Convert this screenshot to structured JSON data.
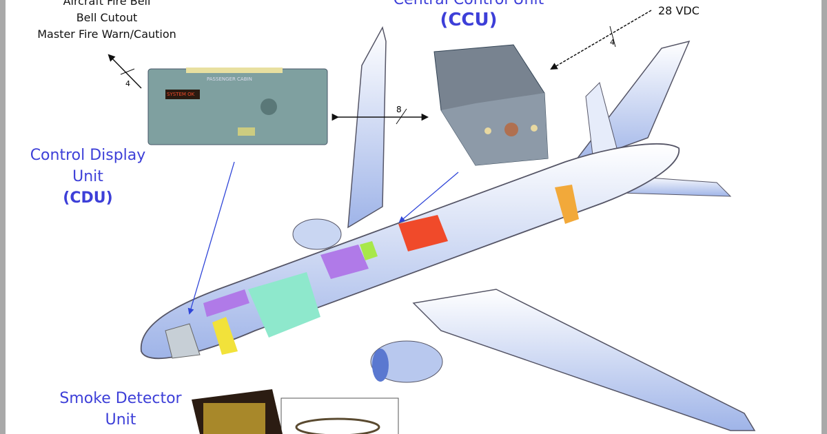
{
  "outputs": {
    "lines": [
      "Aircraft Fire Bell",
      "Bell Cutout",
      "Master Fire Warn/Caution"
    ],
    "wire_count": "4"
  },
  "ccu": {
    "title": "Central Control Unit",
    "abbr": "(CCU)"
  },
  "power": {
    "label": "28 VDC",
    "wire_count": "4"
  },
  "bus": {
    "wire_count": "8"
  },
  "cdu": {
    "title_line1": "Control Display",
    "title_line2": "Unit",
    "abbr": "(CDU)",
    "panel_text": "PASSENGER CABIN",
    "display_text": "SYSTEM OK"
  },
  "sdu": {
    "title_line1": "Smoke Detector",
    "title_line2": "Unit"
  },
  "colors": {
    "label_blue": "#3d3fd8",
    "zone_red": "#f04a2a",
    "zone_purple": "#b07ae8",
    "zone_teal": "#8ee8cc",
    "zone_yellow": "#f2e23a",
    "zone_orange": "#f2a93a",
    "zone_green": "#a8e84a"
  }
}
